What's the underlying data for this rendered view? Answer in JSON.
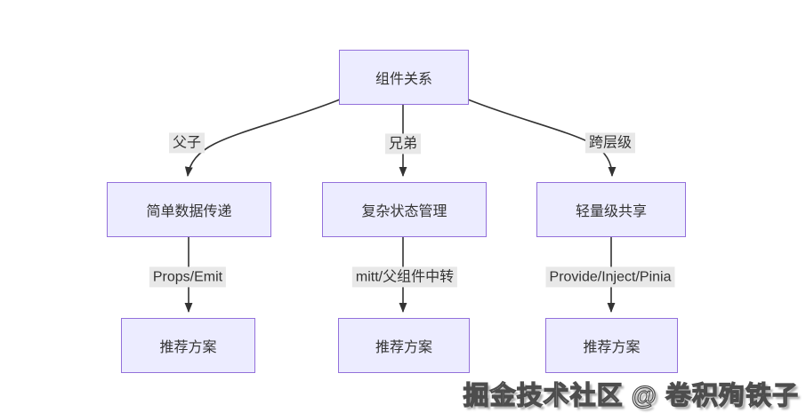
{
  "diagram": {
    "root_label": "组件关系",
    "branches": [
      {
        "relation": "父子",
        "strategy": "简单数据传递",
        "method": "Props/Emit",
        "recommendation": "推荐方案"
      },
      {
        "relation": "兄弟",
        "strategy": "复杂状态管理",
        "method": "mitt/父组件中转",
        "recommendation": "推荐方案"
      },
      {
        "relation": "跨层级",
        "strategy": "轻量级共享",
        "method": "Provide/Inject/Pinia",
        "recommendation": "推荐方案"
      }
    ],
    "watermark": "掘金技术社区 @ 卷积殉铁子",
    "colors": {
      "node_fill": "#ECECFF",
      "node_border": "#9370DB",
      "edge_line": "#333333",
      "edge_label_bg": "#e8e8e8",
      "text": "#333333"
    }
  }
}
